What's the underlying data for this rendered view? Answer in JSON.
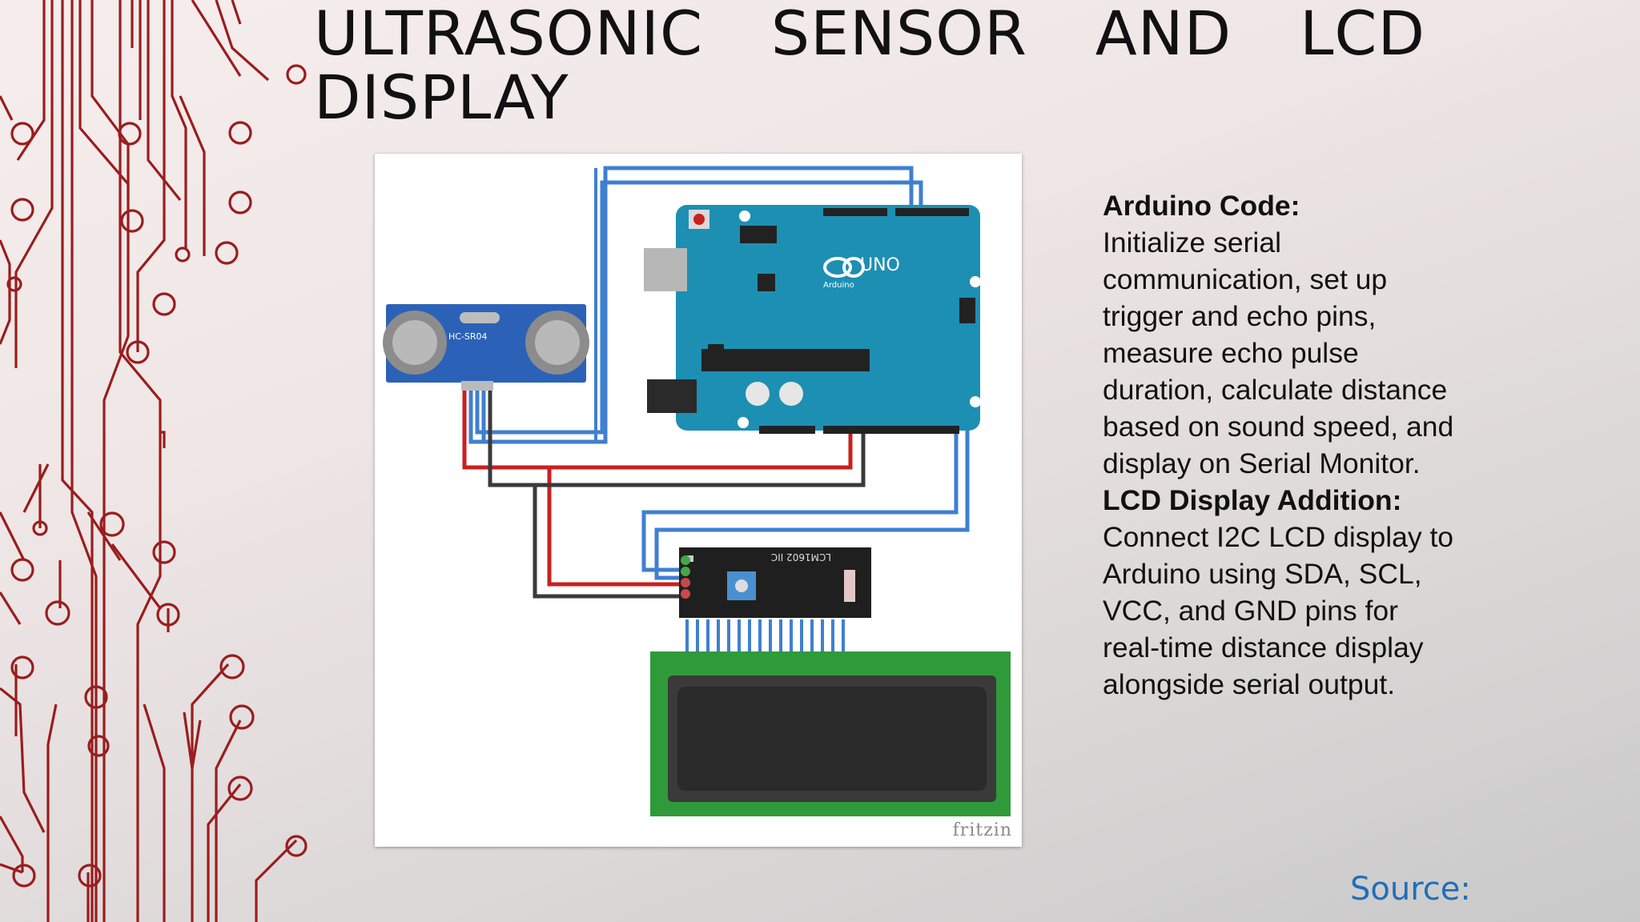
{
  "slide": {
    "title": "ULTRASONIC SENSOR AND LCD DISPLAY",
    "body": {
      "heading1": "Arduino Code:",
      "text1": "Initialize serial communication, set up trigger and echo pins, measure echo pulse duration, calculate distance based on sound speed, and display on Serial Monitor.",
      "heading2": "LCD Display Addition:",
      "text2": "Connect I2C LCD display to Arduino using SDA, SCL, VCC, and GND pins for real-time distance display alongside serial output."
    },
    "source_label": "Source:"
  },
  "diagram": {
    "watermark": "fritzin",
    "sensor_label": "HC-SR04",
    "board_label": "UNO",
    "board_brand": "Arduino",
    "lcd_module_label": "LCM1602 IIC",
    "colors": {
      "board": "#1d8fb3",
      "sensor": "#2b62b8",
      "wire_blue": "#3f7fd0",
      "wire_red": "#c8201f",
      "wire_black": "#3a3a3a",
      "lcd_pcb": "#2f9a3a",
      "lcd_screen": "#2a2a2a"
    }
  },
  "theme": {
    "circuit_color": "#9a1d1d",
    "source_color": "#1f6fb8"
  }
}
